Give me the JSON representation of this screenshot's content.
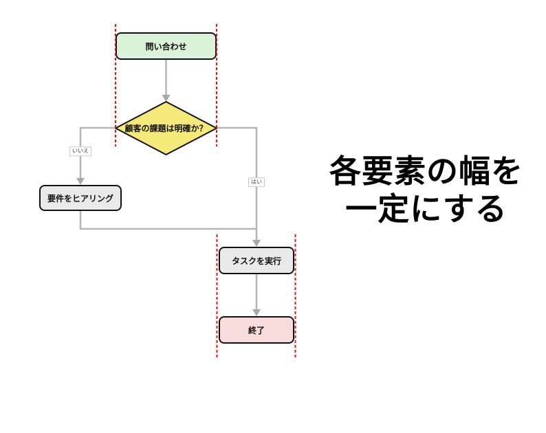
{
  "colors": {
    "background": "#ffffff",
    "node_start_fill": "#d9f2d8",
    "node_decision_fill": "#f5e97a",
    "node_process_fill": "#e9e9e9",
    "node_end_fill": "#f8dcdc",
    "node_border": "#111111",
    "connector_gray": "#b5b5b5",
    "guide_red": "#f40b0b",
    "annotation_text": "#000000"
  },
  "flowchart": {
    "nodes": [
      {
        "id": "inquiry",
        "type": "terminator",
        "label": "問い合わせ"
      },
      {
        "id": "decision",
        "type": "decision",
        "label": "顧客の課題は明確か？"
      },
      {
        "id": "hearing",
        "type": "process",
        "label": "要件をヒアリング"
      },
      {
        "id": "task",
        "type": "process",
        "label": "タスクを実行"
      },
      {
        "id": "end",
        "type": "terminator",
        "label": "終了"
      }
    ],
    "edge_labels": {
      "no": "いいえ",
      "yes": "はい"
    }
  },
  "annotation": {
    "line1": "各要素の幅を",
    "line2": "一定にする"
  }
}
